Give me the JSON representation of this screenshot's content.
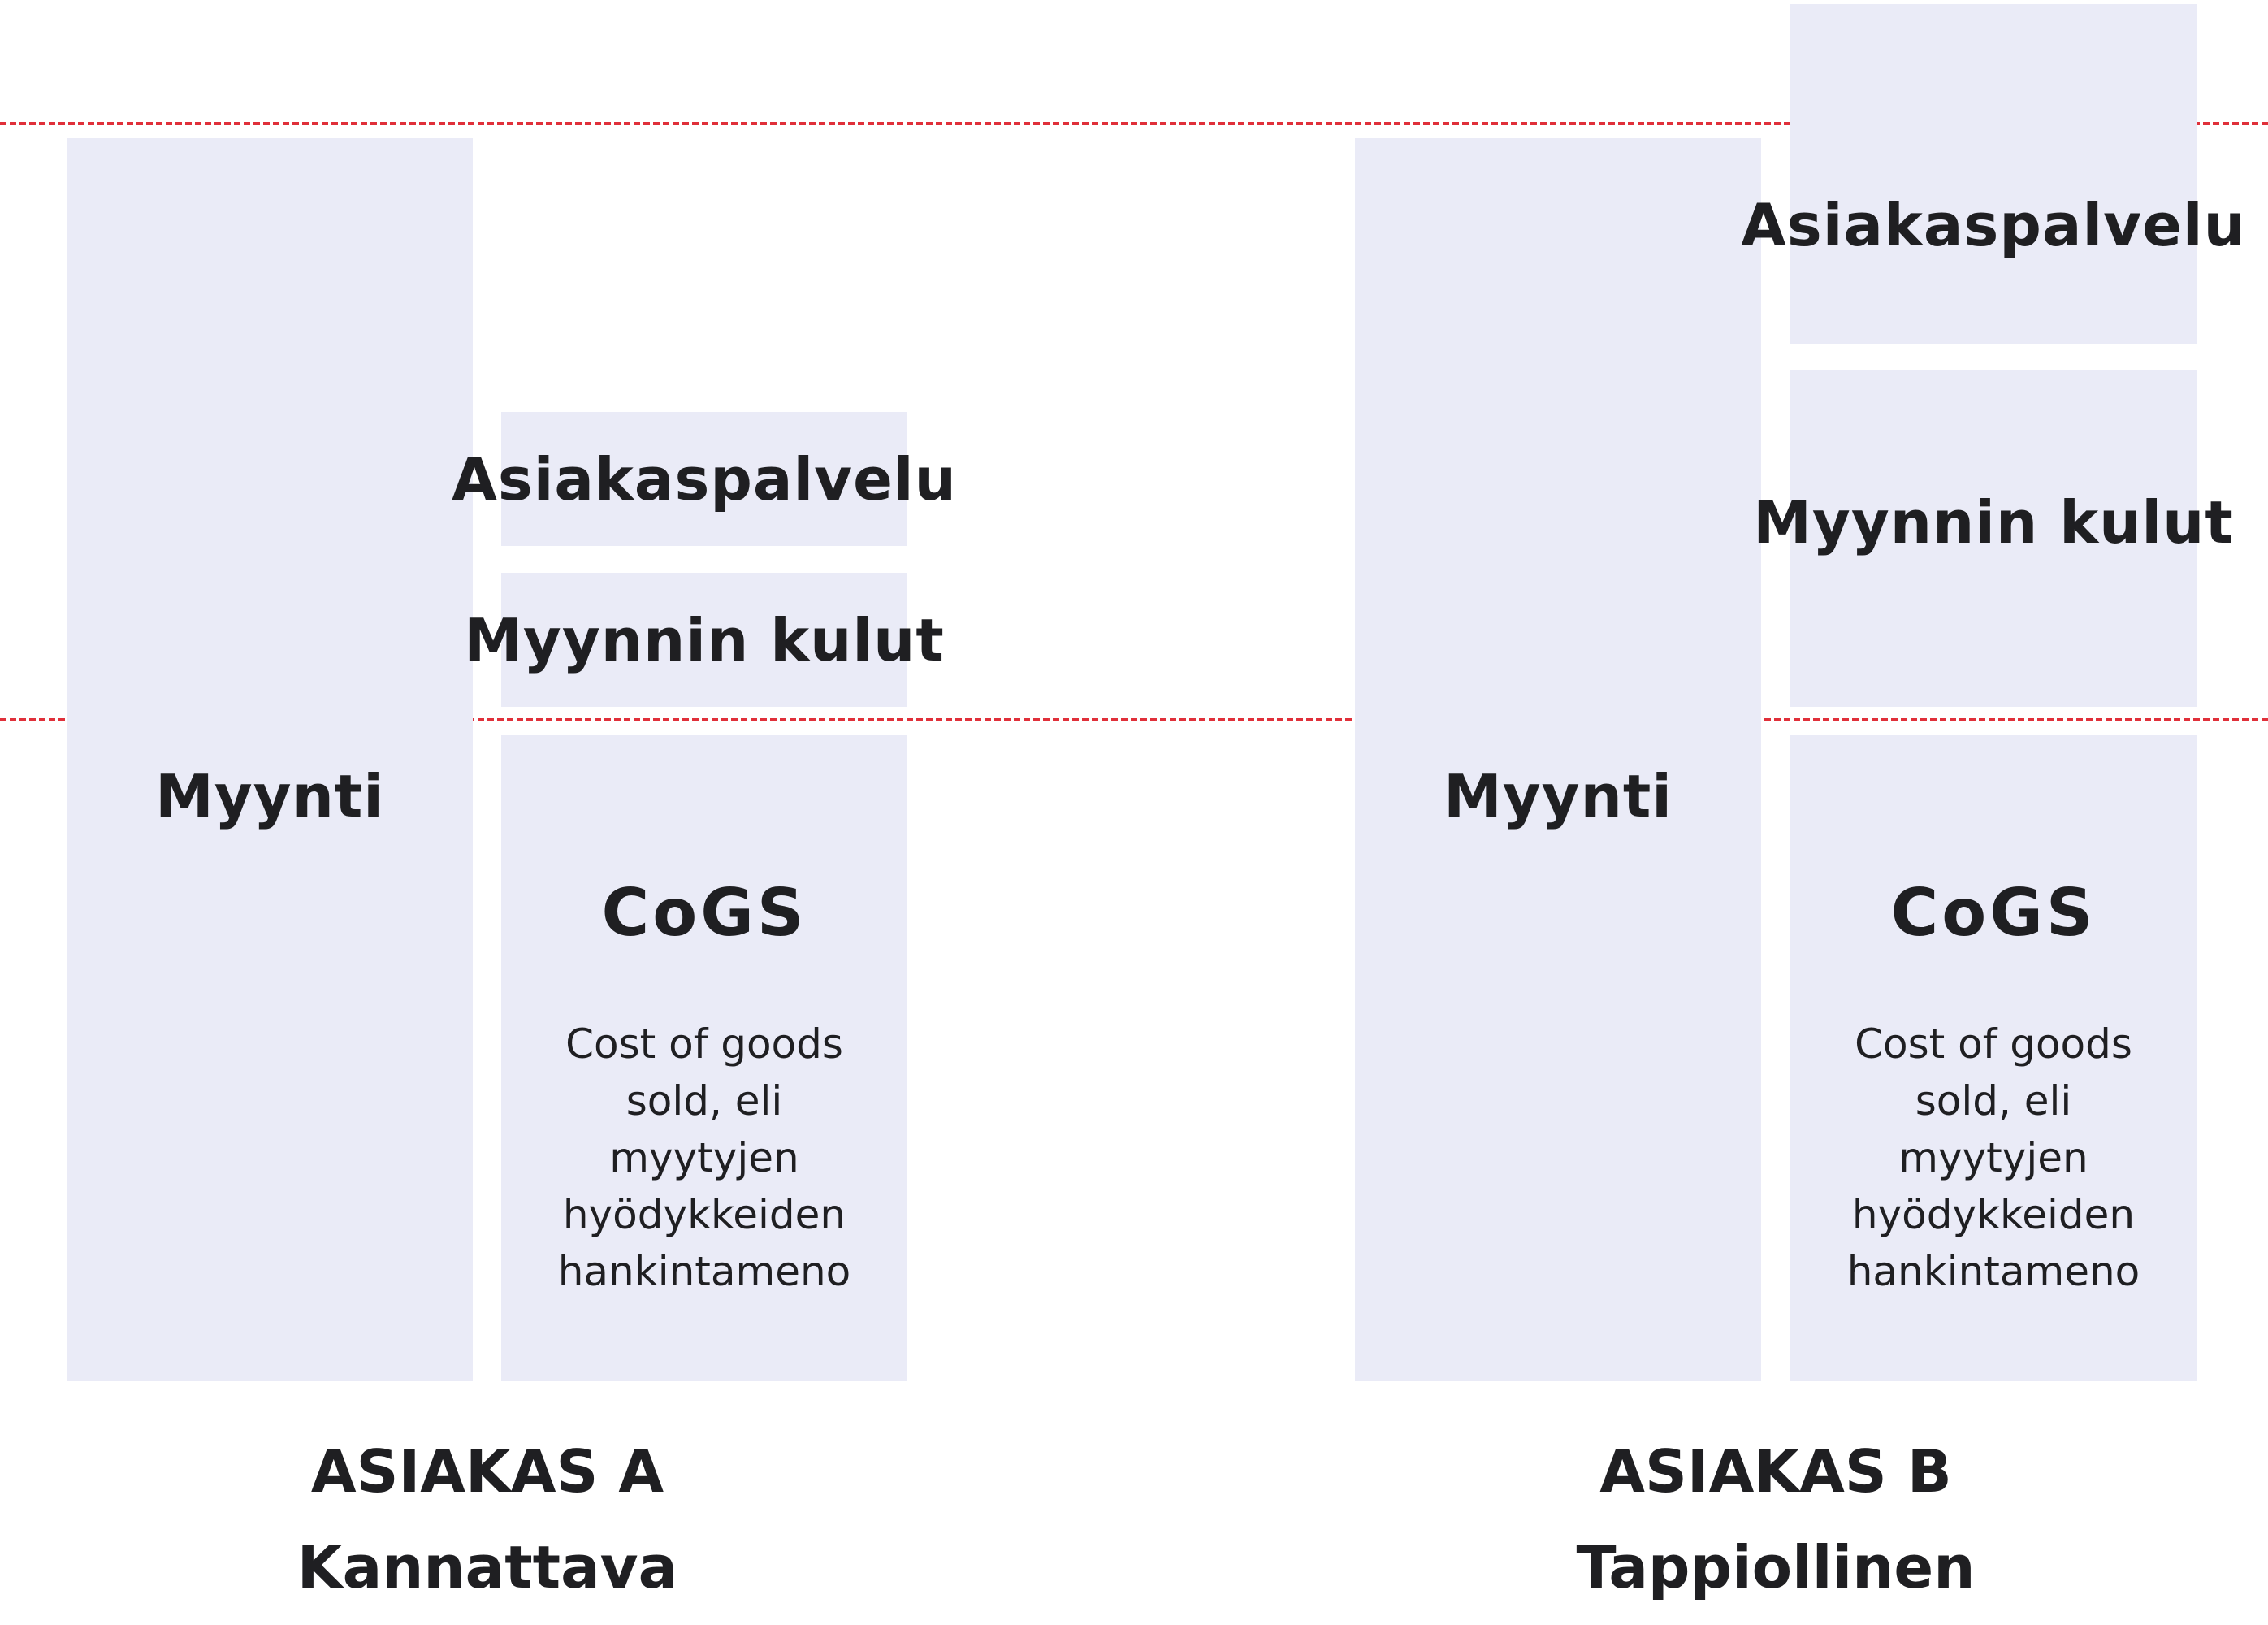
{
  "customer_a": {
    "revenue_label": "Myynti",
    "service_label": "Asiakaspalvelu",
    "sales_cost_label": "Myynnin kulut",
    "cogs_label": "CoGS",
    "cogs_note": "Cost of goods sold, eli myytyjen hyödykkeiden hankintameno",
    "title": "ASIAKAS A",
    "status": "Kannattava"
  },
  "customer_b": {
    "revenue_label": "Myynti",
    "service_label": "Asiakaspalvelu",
    "sales_cost_label": "Myynnin kulut",
    "cogs_label": "CoGS",
    "cogs_note": "Cost of goods sold, eli myytyjen hyödykkeiden hankintameno",
    "title": "ASIAKAS B",
    "status": "Tappiollinen"
  },
  "colors": {
    "block_fill": "#eaebf7",
    "dashed_line": "#e0303a",
    "text": "#1f1f22"
  }
}
